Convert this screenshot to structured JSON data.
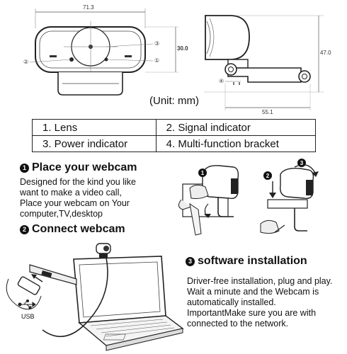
{
  "dimensions": {
    "width": "71.3",
    "height": "30.0",
    "total_height": "47.0",
    "depth": "55.1",
    "unit_note": "(Unit: mm)"
  },
  "callouts": [
    "①",
    "②",
    "③",
    "④"
  ],
  "legend": [
    [
      "1. Lens",
      "2. Signal indicator"
    ],
    [
      "3. Power indicator",
      "4. Multi-function bracket"
    ]
  ],
  "sections": {
    "place": {
      "number": "1",
      "title": "Place your webcam",
      "lines": [
        "Designed for the kind you like",
        "want to make a video call,",
        "Place your webcam on Your",
        "computer,TV,desktop"
      ]
    },
    "connect": {
      "number": "2",
      "title": "Connect webcam"
    },
    "software": {
      "number": "3",
      "title": "software installation",
      "lines": [
        "Driver-free installation, plug and play.",
        "Wait a minute and the Webcam is",
        "automatically installed.",
        "ImportantMake sure you are with",
        "connected to the network."
      ]
    }
  },
  "step_badges": [
    "1",
    "2",
    "3"
  ],
  "usb_label": "USB"
}
